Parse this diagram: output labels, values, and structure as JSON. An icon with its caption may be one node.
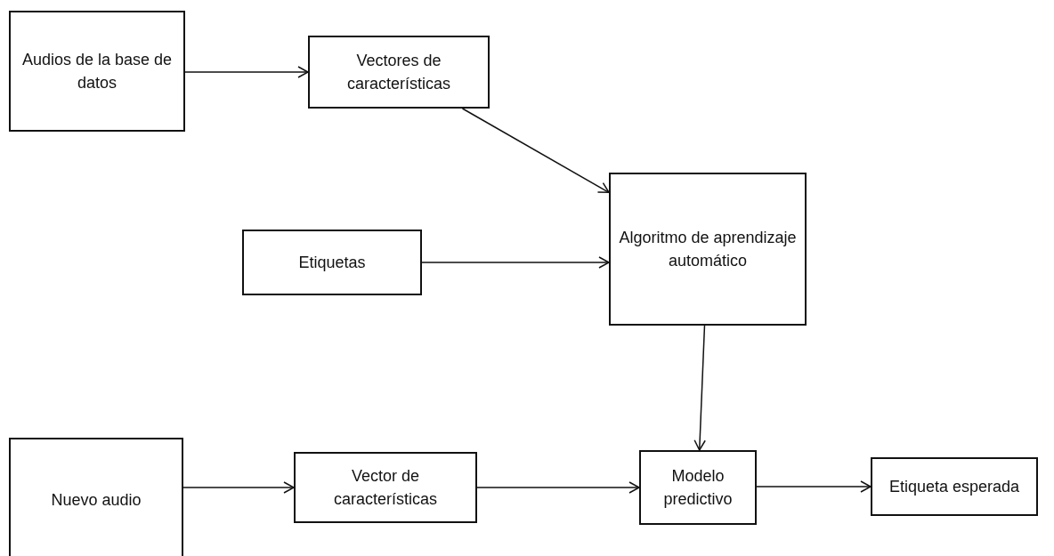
{
  "diagram": {
    "nodes": [
      {
        "text": [
          "Audios de la base de datos"
        ]
      },
      {
        "text": [
          "Vectores de características"
        ]
      },
      {
        "text": [
          "Etiquetas"
        ]
      },
      {
        "text": [
          "Algoritmo de aprendizaje automático"
        ]
      },
      {
        "text": [
          "Nuevo audio"
        ]
      },
      {
        "text": [
          "Vector de características"
        ]
      },
      {
        "text": [
          "Modelo predictivo"
        ]
      },
      {
        "text": [
          "Etiqueta esperada"
        ]
      }
    ],
    "edges": [
      {
        "from": 0,
        "to": 1,
        "arrow": "to"
      },
      {
        "from": 1,
        "to": 3,
        "arrow": "to"
      },
      {
        "from": 2,
        "to": 3,
        "arrow": "to"
      },
      {
        "from": 3,
        "to": 6,
        "arrow": "to"
      },
      {
        "from": 4,
        "to": 5,
        "arrow": "to"
      },
      {
        "from": 5,
        "to": 6,
        "arrow": "to"
      },
      {
        "from": 6,
        "to": 7,
        "arrow": "to"
      }
    ]
  }
}
